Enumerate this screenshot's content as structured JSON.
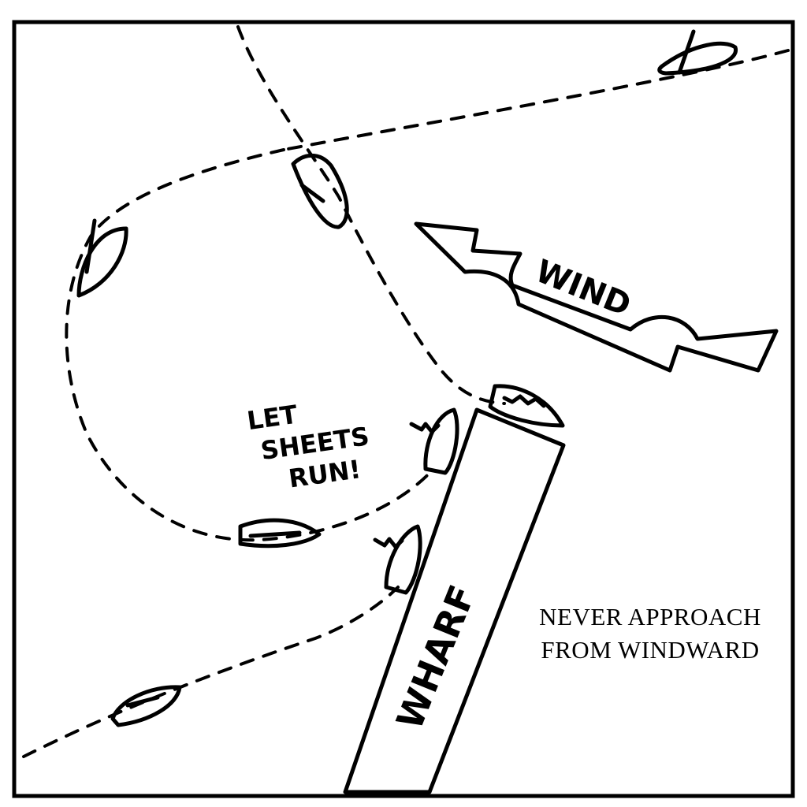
{
  "labels": {
    "wind": "WIND",
    "wharf": "WHARF",
    "let_sheets_line1": "LET",
    "let_sheets_line2": "SHEETS",
    "let_sheets_line3": "RUN!"
  },
  "caption": {
    "line1": "NEVER APPROACH",
    "line2": "FROM WINDWARD"
  },
  "colors": {
    "ink": "#000000",
    "paper": "#ffffff"
  }
}
